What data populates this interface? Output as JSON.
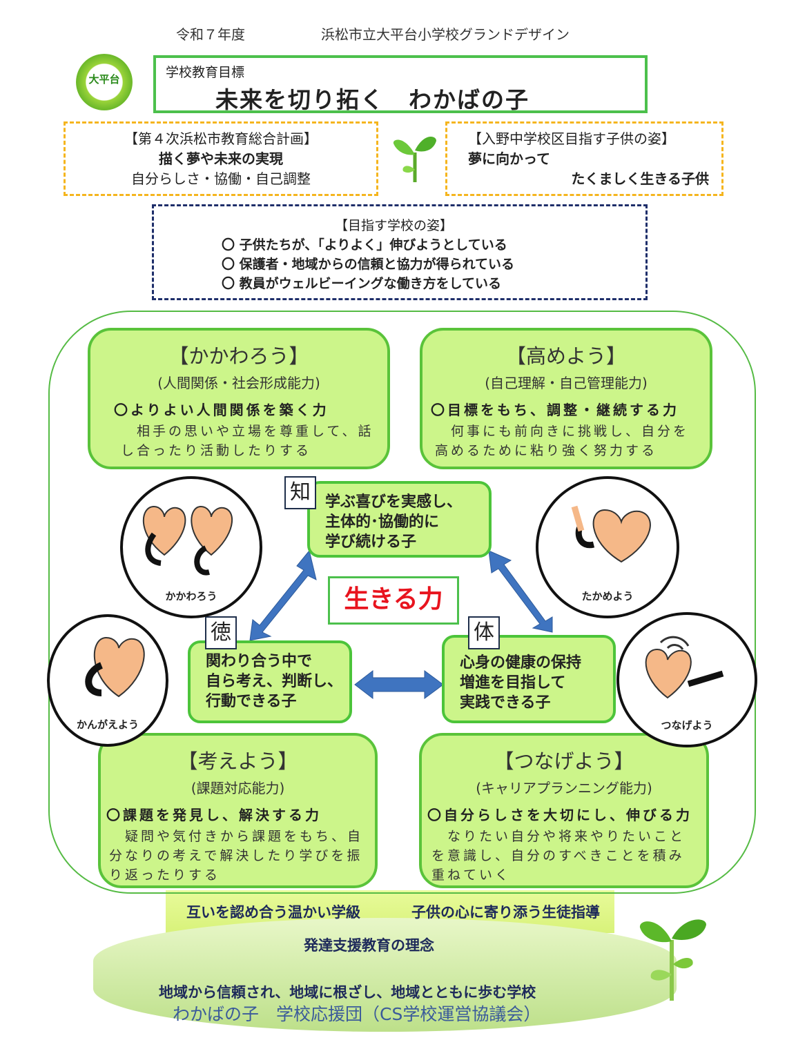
{
  "header": {
    "year": "令和７年度",
    "title": "浜松市立大平台小学校グランドデザイン"
  },
  "logo": {
    "text": "大平台"
  },
  "goal": {
    "label": "学校教育目標",
    "text": "未来を切り拓く　わかばの子"
  },
  "city_plan": {
    "title": "【第４次浜松市教育総合計画】",
    "line1": "描く夢や未来の実現",
    "line2": "自分らしさ・協働・自己調整"
  },
  "district": {
    "title": "【入野中学校区目指す子供の姿】",
    "line1": "夢に向かって",
    "line2": "たくましく生きる子供"
  },
  "school_vision": {
    "title": "【目指す学校の姿】",
    "items": [
      "〇 子供たちが、「よりよく」伸びようとしている",
      "〇 保護者・地域からの信頼と協力が得られている",
      "〇 教員がウェルビーイングな働き方をしている"
    ]
  },
  "quads": [
    {
      "title": "【かかわろう】",
      "sub": "(人間関係・社会形成能力)",
      "head": "〇よりよい人間関係を築く力",
      "body": "　相手の思いや立場を尊重して、話し合ったり活動したりする"
    },
    {
      "title": "【高めよう】",
      "sub": "(自己理解・自己管理能力)",
      "head": "〇目標をもち、調整・継続する力",
      "body": "　何事にも前向きに挑戦し、自分を高めるために粘り強く努力する"
    },
    {
      "title": "【考えよう】",
      "sub": "(課題対応能力)",
      "head": "〇課題を発見し、解決する力",
      "body": "　疑問や気付きから課題をもち、自分なりの考えで解決したり学びを振り返ったりする"
    },
    {
      "title": "【つなげよう】",
      "sub": "(キャリアプランニング能力)",
      "head": "〇自分らしさを大切にし、伸びる力",
      "body": "　なりたい自分や将来やりたいことを意識し、自分のすべきことを積み重ねていく"
    }
  ],
  "pillars": {
    "chi": {
      "tag": "知",
      "lines": [
        "学ぶ喜びを実感し、",
        "主体的･協働的に",
        "学び続ける子"
      ]
    },
    "toku": {
      "tag": "徳",
      "lines": [
        "関わり合う中で",
        "自ら考え、判断し、",
        "行動できる子"
      ]
    },
    "tai": {
      "tag": "体",
      "lines": [
        "心身の健康の保持",
        "増進を目指して",
        "実践できる子"
      ]
    }
  },
  "center": "生きる力",
  "characters": [
    "かかわろう",
    "たかめよう",
    "かんがえよう",
    "つなげよう"
  ],
  "foundation": {
    "band_left": "互いを認め合う温かい学級",
    "band_right": "子供の心に寄り添う生徒指導",
    "philosophy": "発達支援教育の理念",
    "community": "地域から信頼され、地域に根ざし、地域とともに歩む学校",
    "support": "わかばの子　学校応援団（CS学校運営協議会）"
  },
  "colors": {
    "green": "#4cc04c",
    "box_fill": "#ccf58a",
    "orange": "#f5b51e",
    "navy": "#1e2e6a",
    "red": "#e8141e",
    "arrow": "#3f74c0"
  }
}
